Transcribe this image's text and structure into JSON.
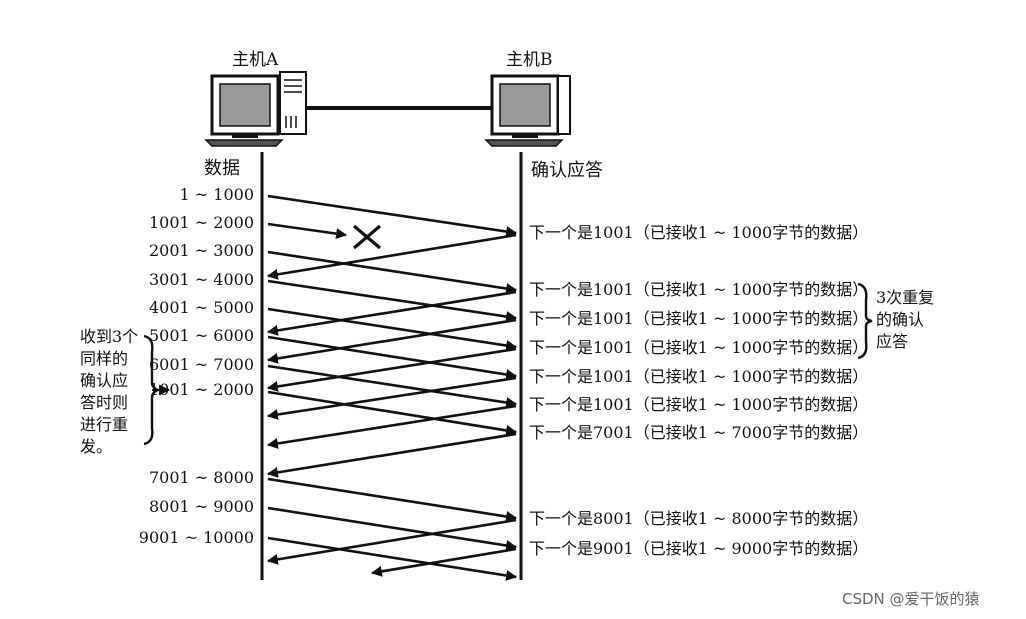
{
  "hosts": {
    "a": "主机A",
    "b": "主机B"
  },
  "columns": {
    "left": "数据",
    "right": "确认应答"
  },
  "segments": [
    "1 ~ 1000",
    "1001 ~ 2000",
    "2001 ~ 3000",
    "3001 ~ 4000",
    "4001 ~ 5000",
    "5001 ~ 6000",
    "6001 ~ 7000",
    "1001 ~ 2000",
    "7001 ~ 8000",
    "8001 ~ 9000",
    "9001 ~ 10000"
  ],
  "acks": [
    "下一个是1001（已接收1 ~ 1000字节的数据）",
    "下一个是1001（已接收1 ~ 1000字节的数据）",
    "下一个是1001（已接收1 ~ 1000字节的数据）",
    "下一个是1001（已接收1 ~ 1000字节的数据）",
    "下一个是1001（已接收1 ~ 1000字节的数据）",
    "下一个是1001（已接收1 ~ 1000字节的数据）",
    "下一个是7001（已接收1 ~ 7000字节的数据）",
    "下一个是8001（已接收1 ~ 8000字节的数据）",
    "下一个是9001（已接收1 ~ 9000字节的数据）"
  ],
  "notes": {
    "dup_ack": "3次重复\n的确认\n应答",
    "retransmit": "收到3个\n同样的\n确认应\n答时则\n进行重\n发。"
  },
  "watermark": "CSDN @爱干饭的猿"
}
